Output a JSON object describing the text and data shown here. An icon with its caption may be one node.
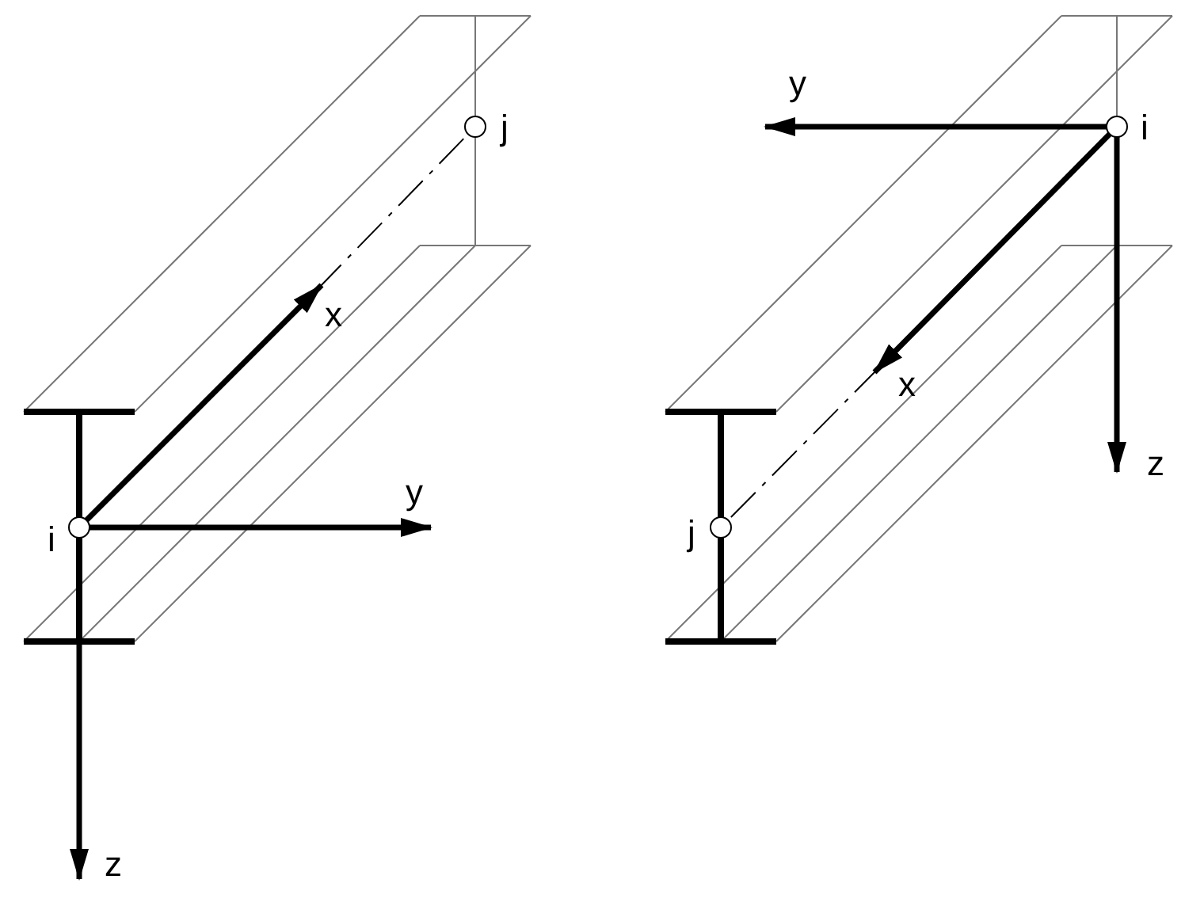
{
  "diagram": {
    "labels": [
      "j",
      "x",
      "y",
      "i",
      "z",
      "y",
      "i",
      "x",
      "z",
      "j"
    ]
  }
}
